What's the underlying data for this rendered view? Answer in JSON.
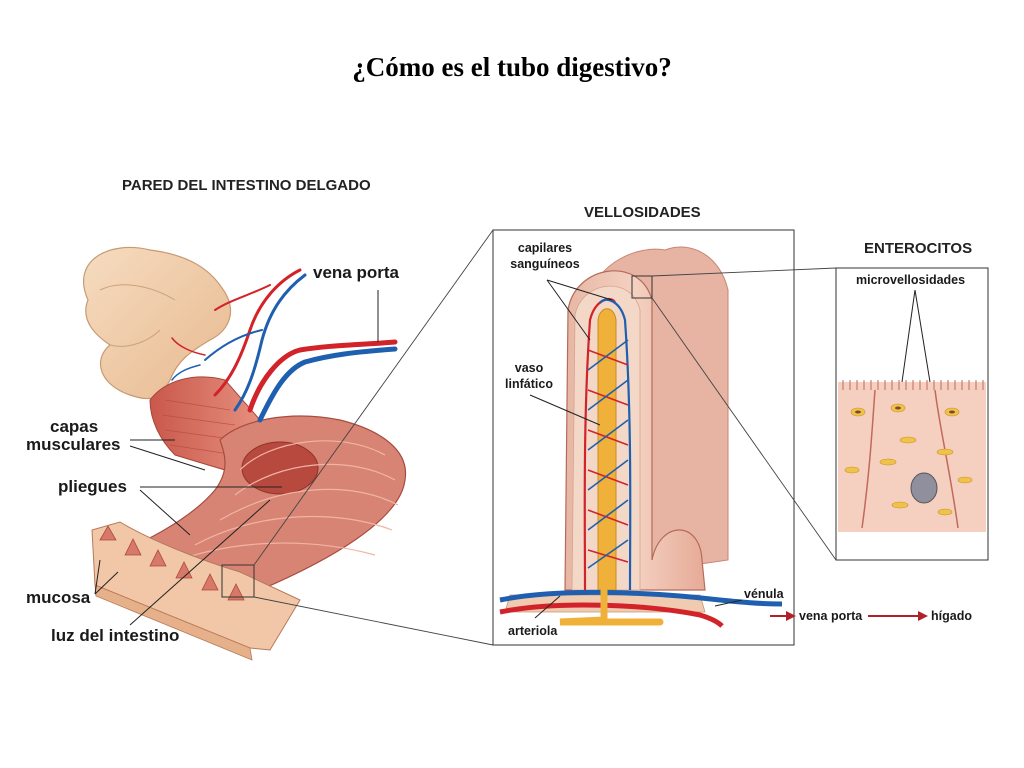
{
  "title": "¿Cómo es el tubo digestivo?",
  "sections": {
    "wall_heading": "PARED DEL INTESTINO DELGADO",
    "villi_heading": "VELLOSIDADES",
    "enterocytes_heading": "ENTEROCITOS"
  },
  "labels": {
    "vena_porta_top": "vena porta",
    "capas_line1": "capas",
    "capas_line2": "musculares",
    "pliegues": "pliegues",
    "mucosa": "mucosa",
    "luz": "luz del intestino",
    "capilares_line1": "capilares",
    "capilares_line2": "sanguíneos",
    "vaso_line1": "vaso",
    "vaso_line2": "linfático",
    "arteriola": "arteriola",
    "venula": "vénula",
    "vena_porta_flow": "vena porta",
    "higado": "hígado",
    "microvellosidades": "microvellosidades"
  },
  "colors": {
    "artery": "#d2232a",
    "vein": "#1f5fb0",
    "lymph": "#f0b13a",
    "tissue": "#d9796b",
    "flow_arrow": "#b3202a"
  }
}
